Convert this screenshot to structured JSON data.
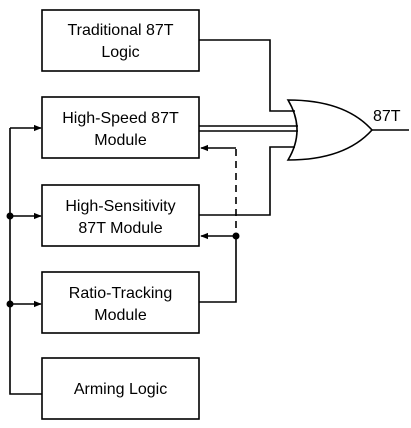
{
  "blocks": {
    "traditional": [
      "Traditional 87T",
      "Logic"
    ],
    "high_speed": [
      "High-Speed 87T",
      "Module"
    ],
    "high_sensitivity": [
      "High-Sensitivity",
      "87T Module"
    ],
    "ratio_tracking": [
      "Ratio-Tracking",
      "Module"
    ],
    "arming": "Arming Logic"
  },
  "output_label": "87T"
}
